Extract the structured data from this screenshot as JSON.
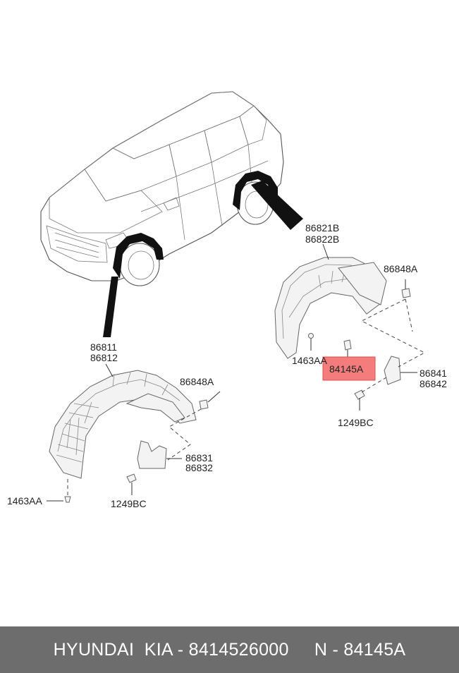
{
  "labels": {
    "rear_guard": [
      "86821B",
      "86822B"
    ],
    "rear_clip": "86848A",
    "rear_screw": "1463AA",
    "highlight_nut": "84145A",
    "rear_flap": [
      "86841",
      "86842"
    ],
    "rear_bolt": "1249BC",
    "front_guard": [
      "86811",
      "86812"
    ],
    "front_clip": "86848A",
    "front_flap": [
      "86831",
      "86832"
    ],
    "front_screw": "1463AA",
    "front_bolt": "1249BC"
  },
  "highlight_color": "#f47c7c",
  "footer": "HYUNDAI  KIA - 8414526000     N - 84145A"
}
